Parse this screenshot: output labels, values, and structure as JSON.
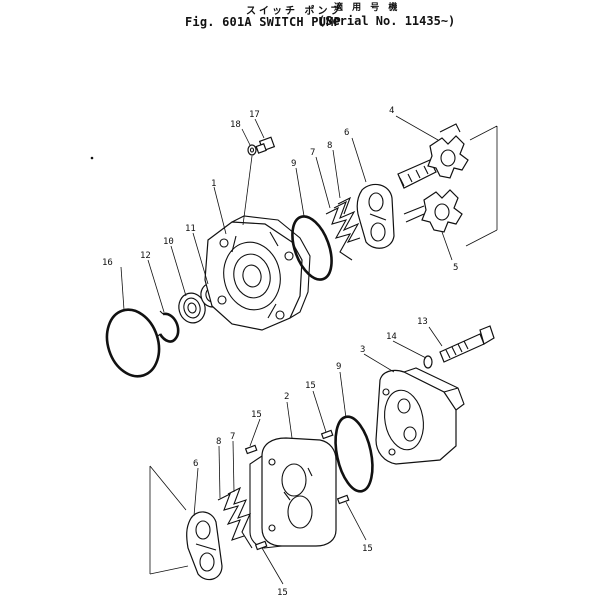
{
  "header": {
    "title_jp": "スイッチ ポンプ",
    "title_en": "Fig. 601A  SWITCH PUMP",
    "serial_jp": "適 用 号 機",
    "serial_en": "(Serial No. 11435~)"
  },
  "callouts": {
    "c1": "1",
    "c2": "2",
    "c3": "3",
    "c4": "4",
    "c5": "5",
    "c6a": "6",
    "c6b": "6",
    "c7a": "7",
    "c7b": "7",
    "c8a": "8",
    "c8b": "8",
    "c9a": "9",
    "c9b": "9",
    "c10": "10",
    "c11": "11",
    "c12": "12",
    "c13": "13",
    "c14": "14",
    "c15a": "15",
    "c15b": "15",
    "c15c": "15",
    "c15d": "15",
    "c16": "16",
    "c17": "17",
    "c18": "18"
  }
}
